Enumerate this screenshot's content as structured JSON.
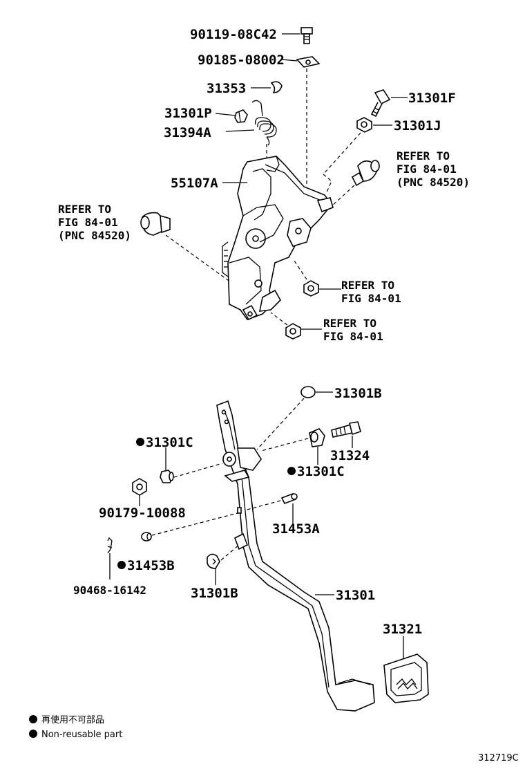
{
  "labels": {
    "p90119": "90119-08C42",
    "p90185": "90185-08002",
    "p31353": "31353",
    "p31301P": "31301P",
    "p31394A": "31394A",
    "p31301F": "31301F",
    "p31301J": "31301J",
    "p55107A": "55107A",
    "p31301B_top": "31301B",
    "p31301C_left": "31301C",
    "p31324": "31324",
    "p31301C_right": "31301C",
    "p90179": "90179-10088",
    "p31453A": "31453A",
    "p31453B": "31453B",
    "p90468": "90468-16142",
    "p31301B_bottom": "31301B",
    "p31301": "31301",
    "p31321": "31321"
  },
  "refs": {
    "right_upper": {
      "line1": "REFER TO",
      "line2": "FIG 84-01",
      "line3": "(PNC 84520)"
    },
    "left_upper": {
      "line1": "REFER TO",
      "line2": "FIG 84-01",
      "line3": "(PNC 84520)"
    },
    "right_mid": {
      "line1": "REFER TO",
      "line2": "FIG 84-01"
    },
    "right_low": {
      "line1": "REFER TO",
      "line2": "FIG 84-01"
    }
  },
  "legend": {
    "jp": "再使用不可部品",
    "en": "Non-reusable part"
  },
  "figure_code": "312719C"
}
